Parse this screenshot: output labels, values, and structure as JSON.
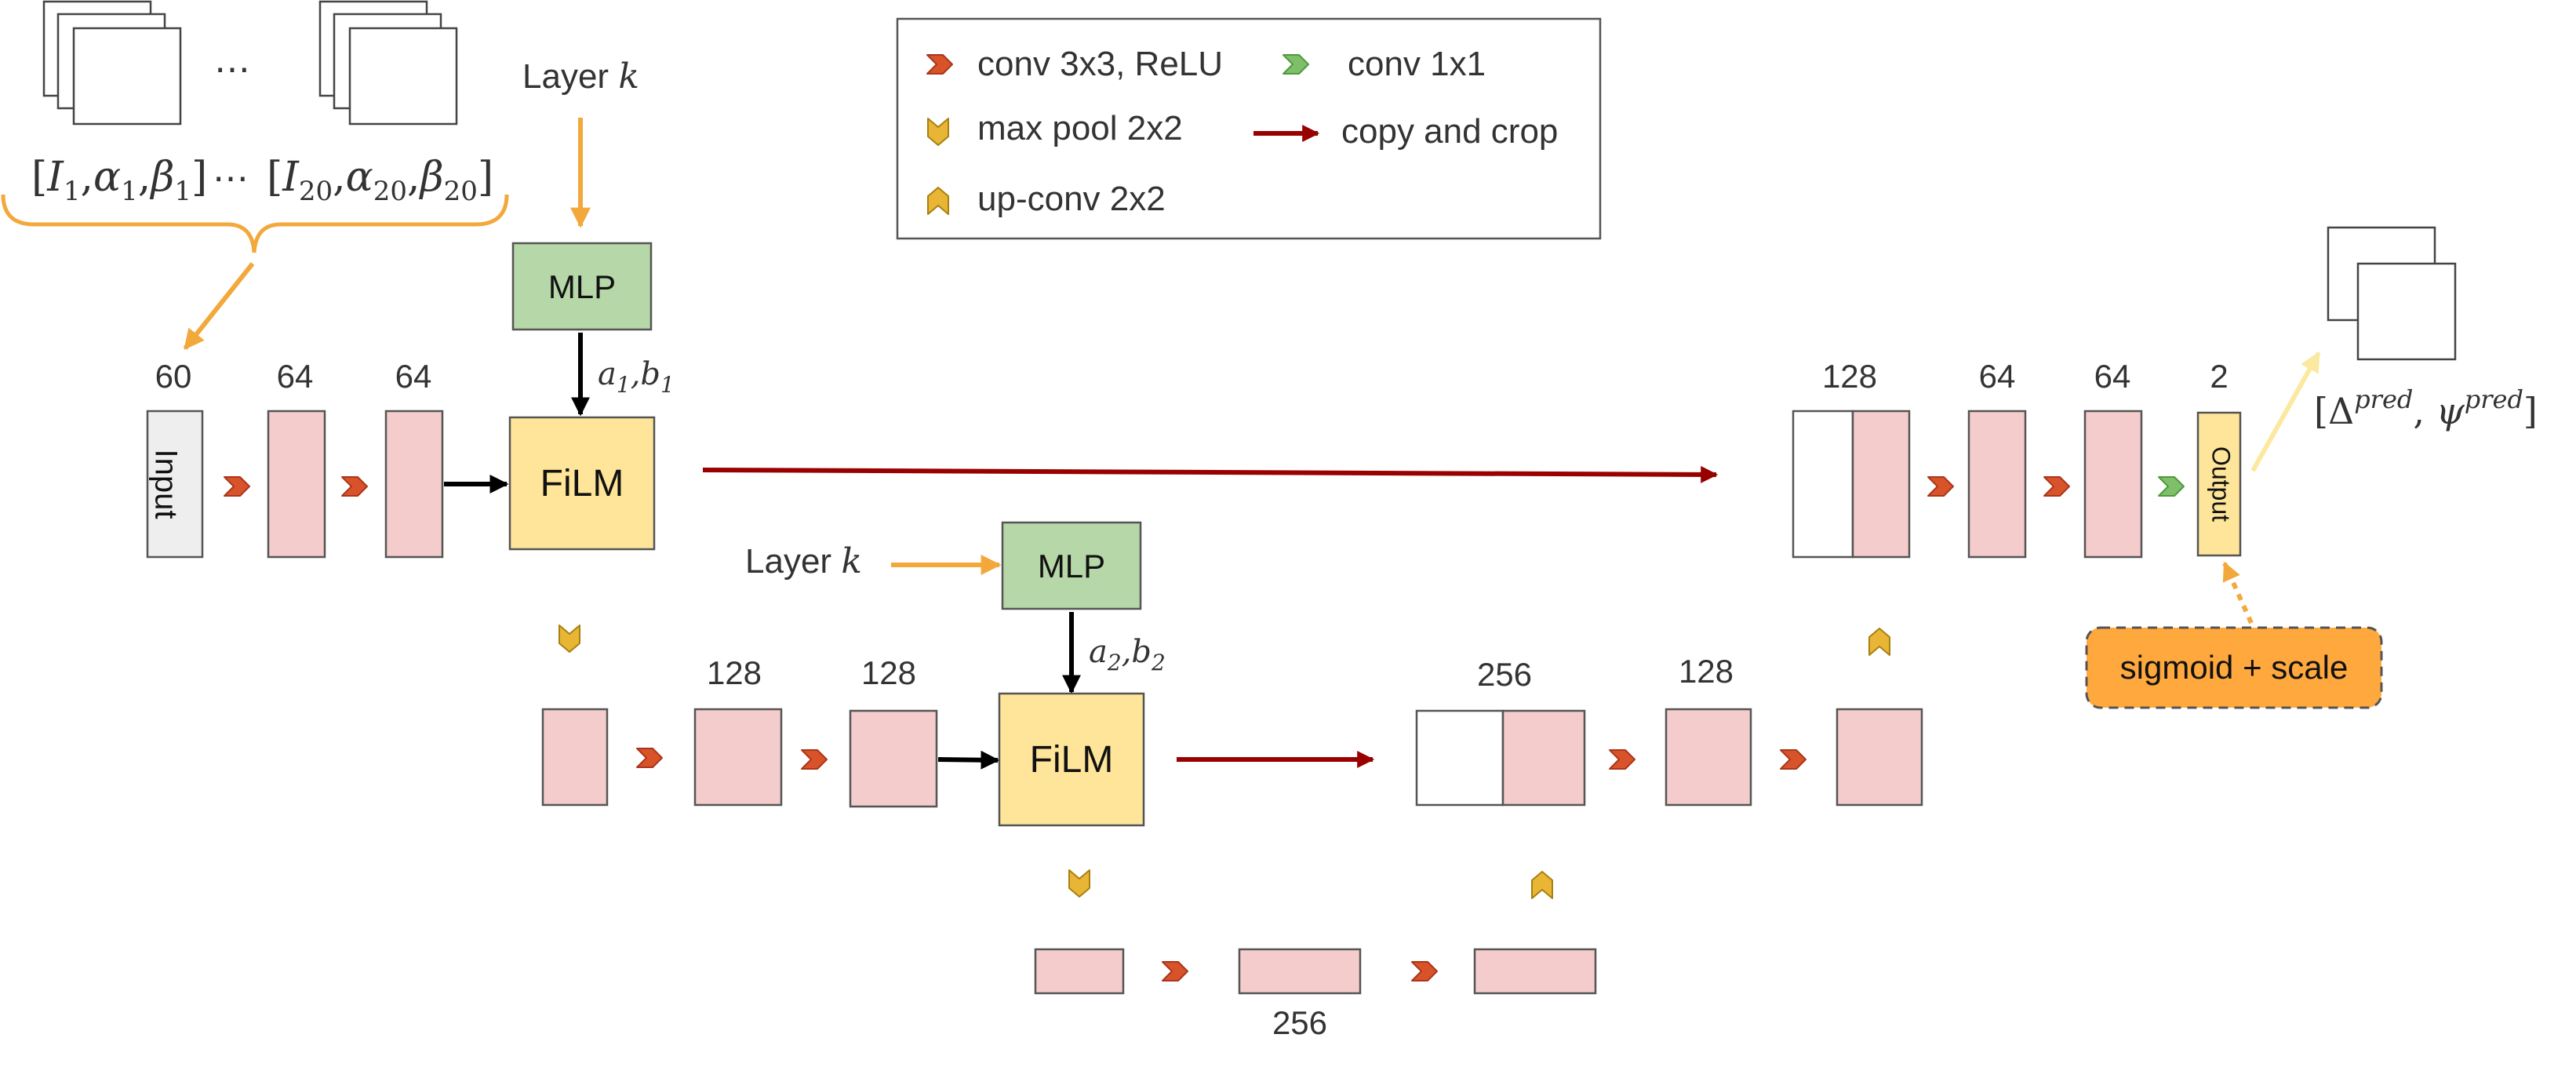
{
  "legend": {
    "conv3x3": "conv 3x3, ReLU",
    "conv1x1": "conv 1x1",
    "maxpool": "max pool 2x2",
    "copycrop": "copy and crop",
    "upconv": "up-conv 2x2"
  },
  "inputs": {
    "ellipsis": "⋯",
    "first": {
      "I": "I",
      "a": "α",
      "b": "β",
      "sub": "1"
    },
    "last": {
      "I": "I",
      "a": "α",
      "b": "β",
      "sub": "20"
    },
    "comma": ","
  },
  "layer_k_label": "Layer",
  "layer_k_var": "k",
  "mlp_label": "MLP",
  "film_label": "FiLM",
  "film1_params": {
    "a": "a",
    "a_sub": "1",
    "b": "b",
    "b_sub": "1"
  },
  "film2_params": {
    "a": "a",
    "a_sub": "2",
    "b": "b",
    "b_sub": "2"
  },
  "input_block_label": "Input",
  "output_block_label": "Output",
  "sigmoid_label": "sigmoid + scale",
  "output_label": {
    "delta": "Δ",
    "psi": "ψ",
    "sup": "pred"
  },
  "channels": {
    "input": "60",
    "enc1_a": "64",
    "enc1_b": "64",
    "enc2_a": "128",
    "enc2_b": "128",
    "bottleneck": "256",
    "dec2_cat": "256",
    "dec2_a": "128",
    "dec1_cat": "128",
    "dec1_a": "64",
    "dec1_b": "64",
    "out": "2"
  },
  "colors": {
    "feature_map": "#f4cccc",
    "film": "#ffe599",
    "mlp": "#b6d7a8",
    "input": "#eeeeee",
    "sigmoid": "#ffa83d",
    "conv3x3": "#d9532a",
    "conv1x1": "#7fbf6a",
    "pool": "#e8b534",
    "copy_arrow": "#990000",
    "orange_arrow": "#f3a83b"
  }
}
